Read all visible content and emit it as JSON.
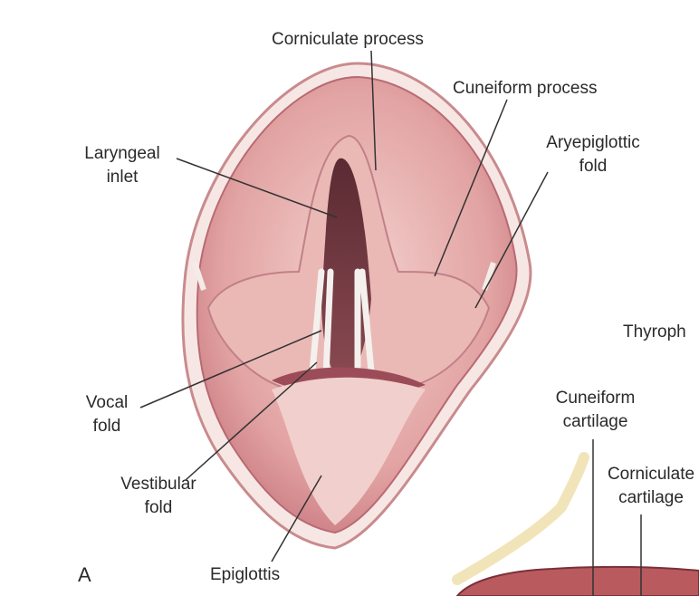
{
  "figure": {
    "panel_letter": "A",
    "labels": {
      "corniculate_process": "Corniculate process",
      "cuneiform_process": "Cuneiform process",
      "aryepiglottic_fold": [
        "Aryepiglottic",
        "fold"
      ],
      "laryngeal_inlet": [
        "Laryngeal",
        "inlet"
      ],
      "vocal_fold": [
        "Vocal",
        "fold"
      ],
      "vestibular_fold": [
        "Vestibular",
        "fold"
      ],
      "epiglottis": "Epiglottis",
      "thyroph": "Thyroph",
      "cuneiform_cartilage": [
        "Cuneiform",
        "cartilage"
      ],
      "corniculate_cartilage": [
        "Corniculate",
        "cartilage"
      ]
    }
  }
}
